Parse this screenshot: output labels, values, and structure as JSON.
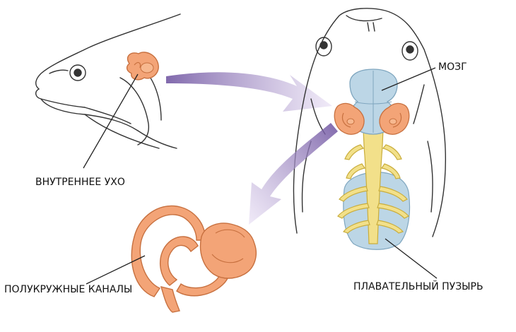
{
  "labels": {
    "inner_ear": "ВНУТРЕННЕЕ УХО",
    "brain": "МОЗГ",
    "semicircular_canals": "ПОЛУКРУЖНЫЕ КАНАЛЫ",
    "swim_bladder": "ПЛАВАТЕЛЬНЫЙ ПУЗЫРЬ"
  },
  "colors": {
    "ear": "#f3a477",
    "ear_stroke": "#c7703f",
    "brain": "#bcd6e6",
    "brain_stroke": "#7fa6bf",
    "nerves": "#f2e08a",
    "nerves_stroke": "#c9ad3c",
    "arrow": "#a78fc8",
    "line": "#222222"
  }
}
